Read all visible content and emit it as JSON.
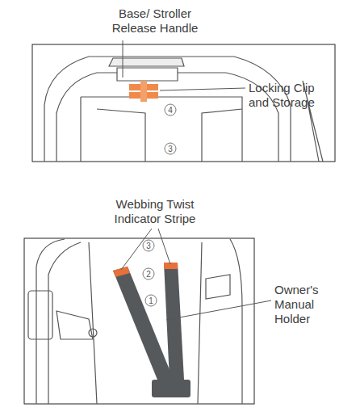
{
  "diagram": {
    "labels": [
      "Base/ Stroller Release Handle",
      "Locking Clip and Storage",
      "4",
      "3",
      "Webbing Twist Indicator Stripe",
      "Owner's Manual Holder",
      "3",
      "2",
      "1"
    ]
  }
}
